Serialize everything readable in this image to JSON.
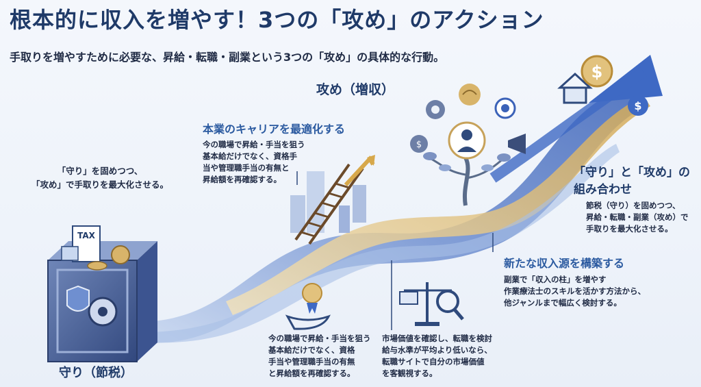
{
  "title": "根本的に収入を増やす！3つの「攻め」のアクション",
  "subtitle": "手取りを増やすために必要な、昇給・転職・副業という3つの「攻め」の具体的な行動。",
  "attack_header": "攻め（増収）",
  "defense_label": "守り（節税）",
  "defense_body": [
    "「守り」を固めつつ、",
    "「攻め」で手取りを最大化させる。"
  ],
  "safe_tax_label": "TAX",
  "career": {
    "heading": "本業のキャリアを最適化する",
    "lines": [
      "今の職場で昇給・手当を狙う",
      "基本給だけでなく、資格手",
      "当や管理職手当の有無と",
      "昇給額を再確認する。"
    ]
  },
  "combo": {
    "heading": [
      "「守り」と「攻め」の",
      "組み合わせ"
    ],
    "lines": [
      "節税（守り）を固めつつ、",
      "昇給・転職・副業（攻め）で",
      "手取りを最大化させる。"
    ]
  },
  "income": {
    "heading": "新たな収入源を構築する",
    "lines": [
      "副業で「収入の柱」を増やす",
      "作業療法士のスキルを活かす方法から、",
      "他ジャンルまで幅広く検討する。"
    ]
  },
  "raise": {
    "lines": [
      "今の職場で昇給・手当を狙う",
      "基本給だけでなく、資格",
      "手当や管理職手当の有無",
      "と昇給額を再確認する。"
    ]
  },
  "market": {
    "lines": [
      "市場価値を確認し、転職を検討",
      "給与水準が平均より低いなら、",
      "転職サイトで自分の市場価値",
      "を客観視する。"
    ]
  },
  "colors": {
    "navy": "#1f3a68",
    "blue": "#2b5aa0",
    "gold": "#d9b56a",
    "light_blue": "#8fb0e0"
  }
}
